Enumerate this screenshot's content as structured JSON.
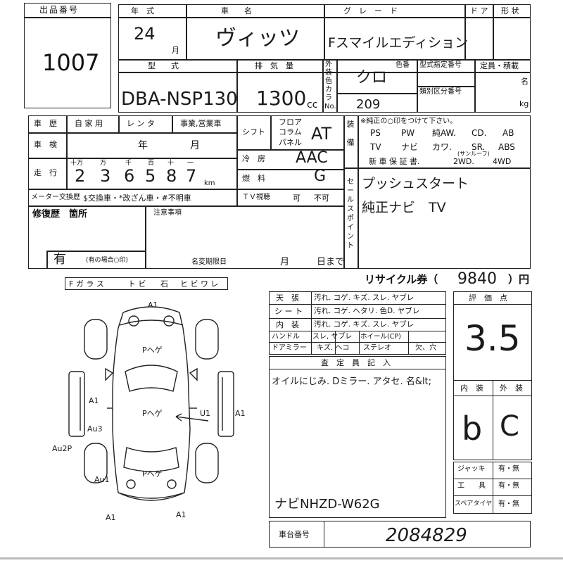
{
  "lot": {
    "label": "出品番号",
    "number": "1007"
  },
  "header": {
    "year_label": "年　式",
    "name_label": "車　　名",
    "grade_label": "グ　レ　ー　ド",
    "door_label": "ド ア",
    "shape_label": "形 状",
    "year_value": "24",
    "year_unit": "月",
    "name_value": "ヴィッツ",
    "grade_value": "Fスマイルエディション",
    "model_label": "型　　式",
    "displacement_label": "排　気　量",
    "color_label": "色番",
    "ext_color_label": "外装色",
    "model_value": "DBA-NSP130",
    "displacement_value": "1300",
    "displacement_unit": "cc",
    "color_value": "クロ",
    "color_code": "209",
    "type_approval_label": "型式指定番号",
    "category_label": "類別区分番号",
    "capacity_label": "定員・積載",
    "capacity_unit1": "名",
    "capacity_unit2": "kg"
  },
  "history": {
    "label": "車　歴",
    "options": [
      "自 家 用",
      "レ ン タ",
      "事業,営業車"
    ],
    "inspection_label": "車　検",
    "inspection_year": "年",
    "inspection_month": "月",
    "mileage_label": "走　行",
    "mileage_units": [
      "十万",
      "万",
      "千",
      "百",
      "十",
      "一"
    ],
    "mileage_digits": [
      "2",
      "3",
      "6",
      "5",
      "8",
      "7"
    ],
    "mileage_unit": "km",
    "meter_label": "メーター交換歴",
    "meter_options": "$交換車・*改ざん車・#不明車"
  },
  "specs": {
    "shift_label": "シフト",
    "shift_options": [
      "フロア",
      "コラム",
      "パネル"
    ],
    "shift_value": "AT",
    "ac_label": "冷　房",
    "ac_value": "AAC",
    "fuel_label": "燃　料",
    "fuel_value": "G",
    "tv_label": "ＴＶ視聴",
    "tv_options": [
      "可",
      "不可"
    ]
  },
  "equipment": {
    "label": "装備",
    "note": "※純正の○印をつけて下さい。",
    "row1": [
      "PS",
      "PW",
      "純AW.",
      "CD.",
      "AB"
    ],
    "row2": [
      "TV",
      "ナビ",
      "カワ.",
      "SR.",
      "ABS"
    ],
    "sunroof": "(サンルーフ)",
    "row3": [
      "新 車 保 証 書.",
      "2WD.",
      "4WD"
    ],
    "salespoint_label": "セールスポイント",
    "salespoint1": "プッシュスタート",
    "salespoint2": "純正ナビ　TV"
  },
  "repair": {
    "label": "修復歴　箇所",
    "value": "有",
    "note": "(有の場合○印)",
    "notes_label": "注意事項",
    "name_change_label": "名変期限日",
    "month": "月",
    "until": "日まで"
  },
  "glass": [
    "F ガ ラ ス",
    "ト ビ",
    "石",
    "ヒ ビ ワ レ"
  ],
  "recycle": {
    "label": "リサイクル券（",
    "value": "9840",
    "unit": "）円"
  },
  "condition": {
    "rows": [
      {
        "label": "天　張",
        "items": "汚れ. コゲ. キズ. スレ. ヤブレ"
      },
      {
        "label": "シ ー ト",
        "items": "汚れ. コゲ. ヘタリ. 色D. ヤブレ"
      },
      {
        "label": "内　装",
        "items": "汚れ. コゲ. キズ. スレ. ヤブレ"
      }
    ],
    "handle_label": "ハンドル",
    "handle_items": "スレ, ヤブレ",
    "wheel_label": "ホイール(CP)",
    "mirror_label": "ドアミラー",
    "mirror_items": "キズ. ヘコ",
    "stereo_label": "ステレオ",
    "stereo_items": "欠、穴"
  },
  "inspector": {
    "label": "査　定　員　記　入",
    "note": "オイルにじみ. Dミラー. アタセ. 名&lt;",
    "navi": "ナビNHZD-W62G"
  },
  "score": {
    "label": "評　価　点",
    "value": "3.5",
    "interior_label": "内　装",
    "exterior_label": "外　装",
    "interior_value": "b",
    "exterior_value": "C"
  },
  "tools": [
    {
      "label": "ジャッキ",
      "value": "有・無"
    },
    {
      "label": "工　　具",
      "value": "有・無"
    },
    {
      "label": "スペアタイヤ",
      "value": "有・無"
    }
  ],
  "chassis": {
    "label": "車台番号",
    "value": "2084829"
  },
  "diagram": {
    "marks": [
      "A1",
      "Pヘゲ",
      "Pヘゲ",
      "A1",
      "U1",
      "A1",
      "Au3",
      "Au2P",
      "Au1",
      "Pヘゲ",
      "A1",
      "A1"
    ]
  }
}
